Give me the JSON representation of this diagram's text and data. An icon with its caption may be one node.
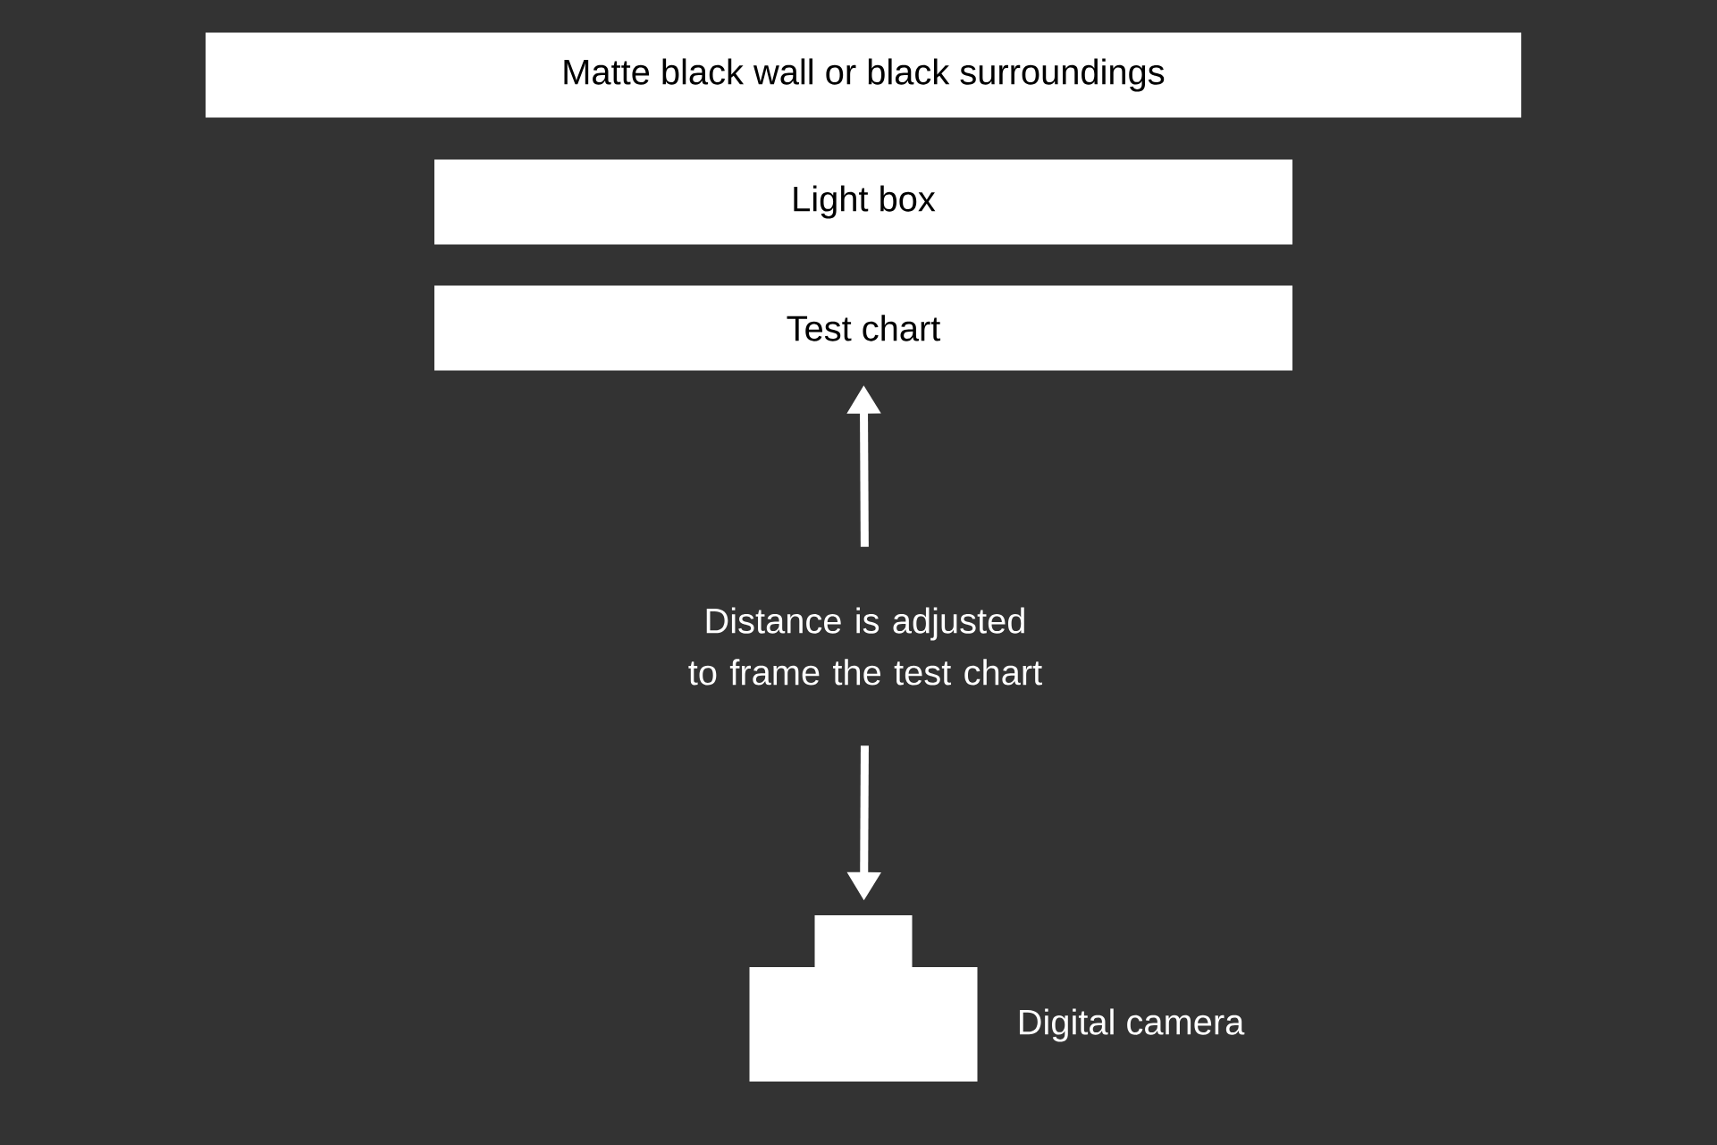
{
  "diagram": {
    "nodes": [
      {
        "text": [
          "Matte black wall or black surroundings"
        ]
      },
      {
        "text": [
          "Light box"
        ]
      },
      {
        "text": [
          "Test chart"
        ]
      },
      {
        "text": [
          "Distance is adjusted to frame the test chart"
        ]
      },
      {
        "text": [],
        "shape": "camera",
        "beside": [
          "Digital camera"
        ]
      }
    ],
    "edges": [
      {
        "from": 3,
        "to": 2,
        "arrow": "to"
      },
      {
        "from": 3,
        "to": 4,
        "arrow": "to"
      }
    ]
  }
}
